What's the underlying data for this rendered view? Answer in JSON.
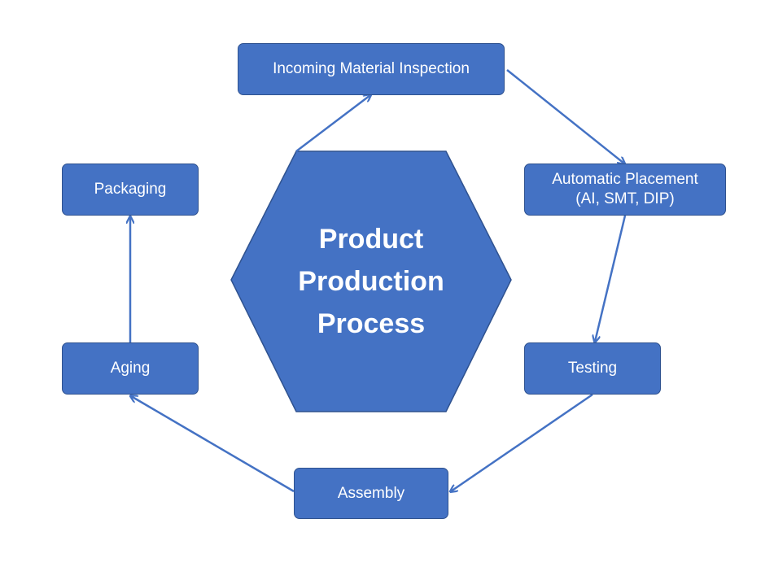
{
  "diagram": {
    "center": {
      "title": "Product\nProduction\nProcess",
      "shape": "hexagon"
    },
    "steps": [
      {
        "id": "incoming",
        "label": "Incoming Material Inspection"
      },
      {
        "id": "placement",
        "label": "Automatic Placement\n(AI, SMT, DIP)"
      },
      {
        "id": "testing",
        "label": "Testing"
      },
      {
        "id": "assembly",
        "label": "Assembly"
      },
      {
        "id": "aging",
        "label": "Aging"
      },
      {
        "id": "packaging",
        "label": "Packaging"
      }
    ],
    "connections": [
      {
        "from": "center",
        "to": "incoming"
      },
      {
        "from": "incoming",
        "to": "placement"
      },
      {
        "from": "placement",
        "to": "testing"
      },
      {
        "from": "testing",
        "to": "assembly"
      },
      {
        "from": "assembly",
        "to": "aging"
      },
      {
        "from": "aging",
        "to": "packaging"
      }
    ],
    "colors": {
      "node_fill": "#4472c4",
      "node_border": "#2f528f",
      "arrow": "#4472c4",
      "text": "#ffffff"
    }
  }
}
